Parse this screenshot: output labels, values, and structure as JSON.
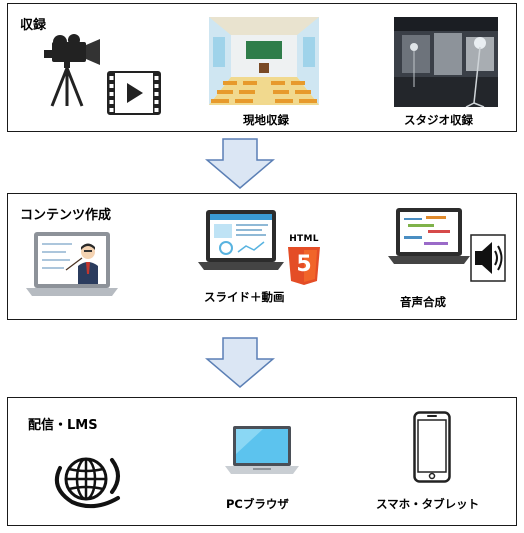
{
  "sections": [
    {
      "title": "収録",
      "items": [
        {
          "icon": "video-camera-icon"
        },
        {
          "icon": "play-video-icon"
        },
        {
          "icon": "classroom-icon",
          "label": "現地収録"
        },
        {
          "icon": "studio-icon",
          "label": "スタジオ収録"
        }
      ]
    },
    {
      "title": "コンテンツ作成",
      "items": [
        {
          "icon": "lecturer-laptop-icon"
        },
        {
          "icon": "slide-laptop-icon",
          "label": "スライド＋動画"
        },
        {
          "icon": "html5-icon",
          "badge_text": "HTML",
          "badge_number": "5"
        },
        {
          "icon": "audio-laptop-icon",
          "label": "音声合成"
        },
        {
          "icon": "speaker-icon"
        }
      ]
    },
    {
      "title": "配信・LMS",
      "items": [
        {
          "icon": "globe-icon"
        },
        {
          "icon": "pc-laptop-icon",
          "label": "PCブラウザ"
        },
        {
          "icon": "smartphone-icon",
          "label": "スマホ・タブレット"
        }
      ]
    }
  ],
  "colors": {
    "arrow_fill": "#dbe6f4",
    "arrow_stroke": "#5b7fb5",
    "html5_orange": "#e44d26"
  }
}
